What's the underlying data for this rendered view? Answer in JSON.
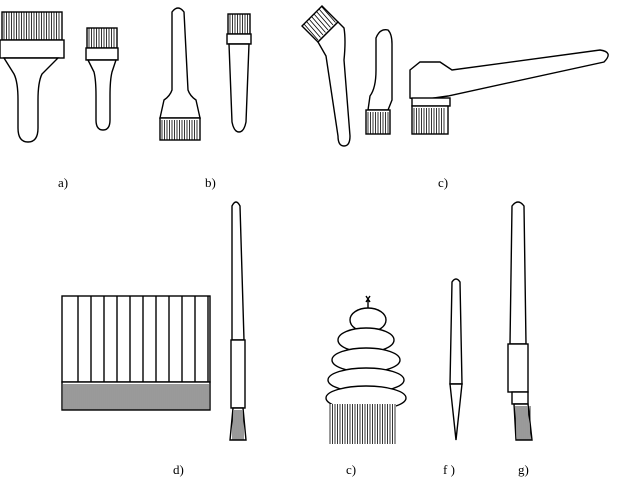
{
  "figure": {
    "labels": {
      "a": "a)",
      "b": "b)",
      "c": "c)",
      "d": "d)",
      "e": "c)",
      "f": "f )",
      "g": "g)"
    },
    "ink_color": "#000000",
    "background_color": "#ffffff"
  }
}
